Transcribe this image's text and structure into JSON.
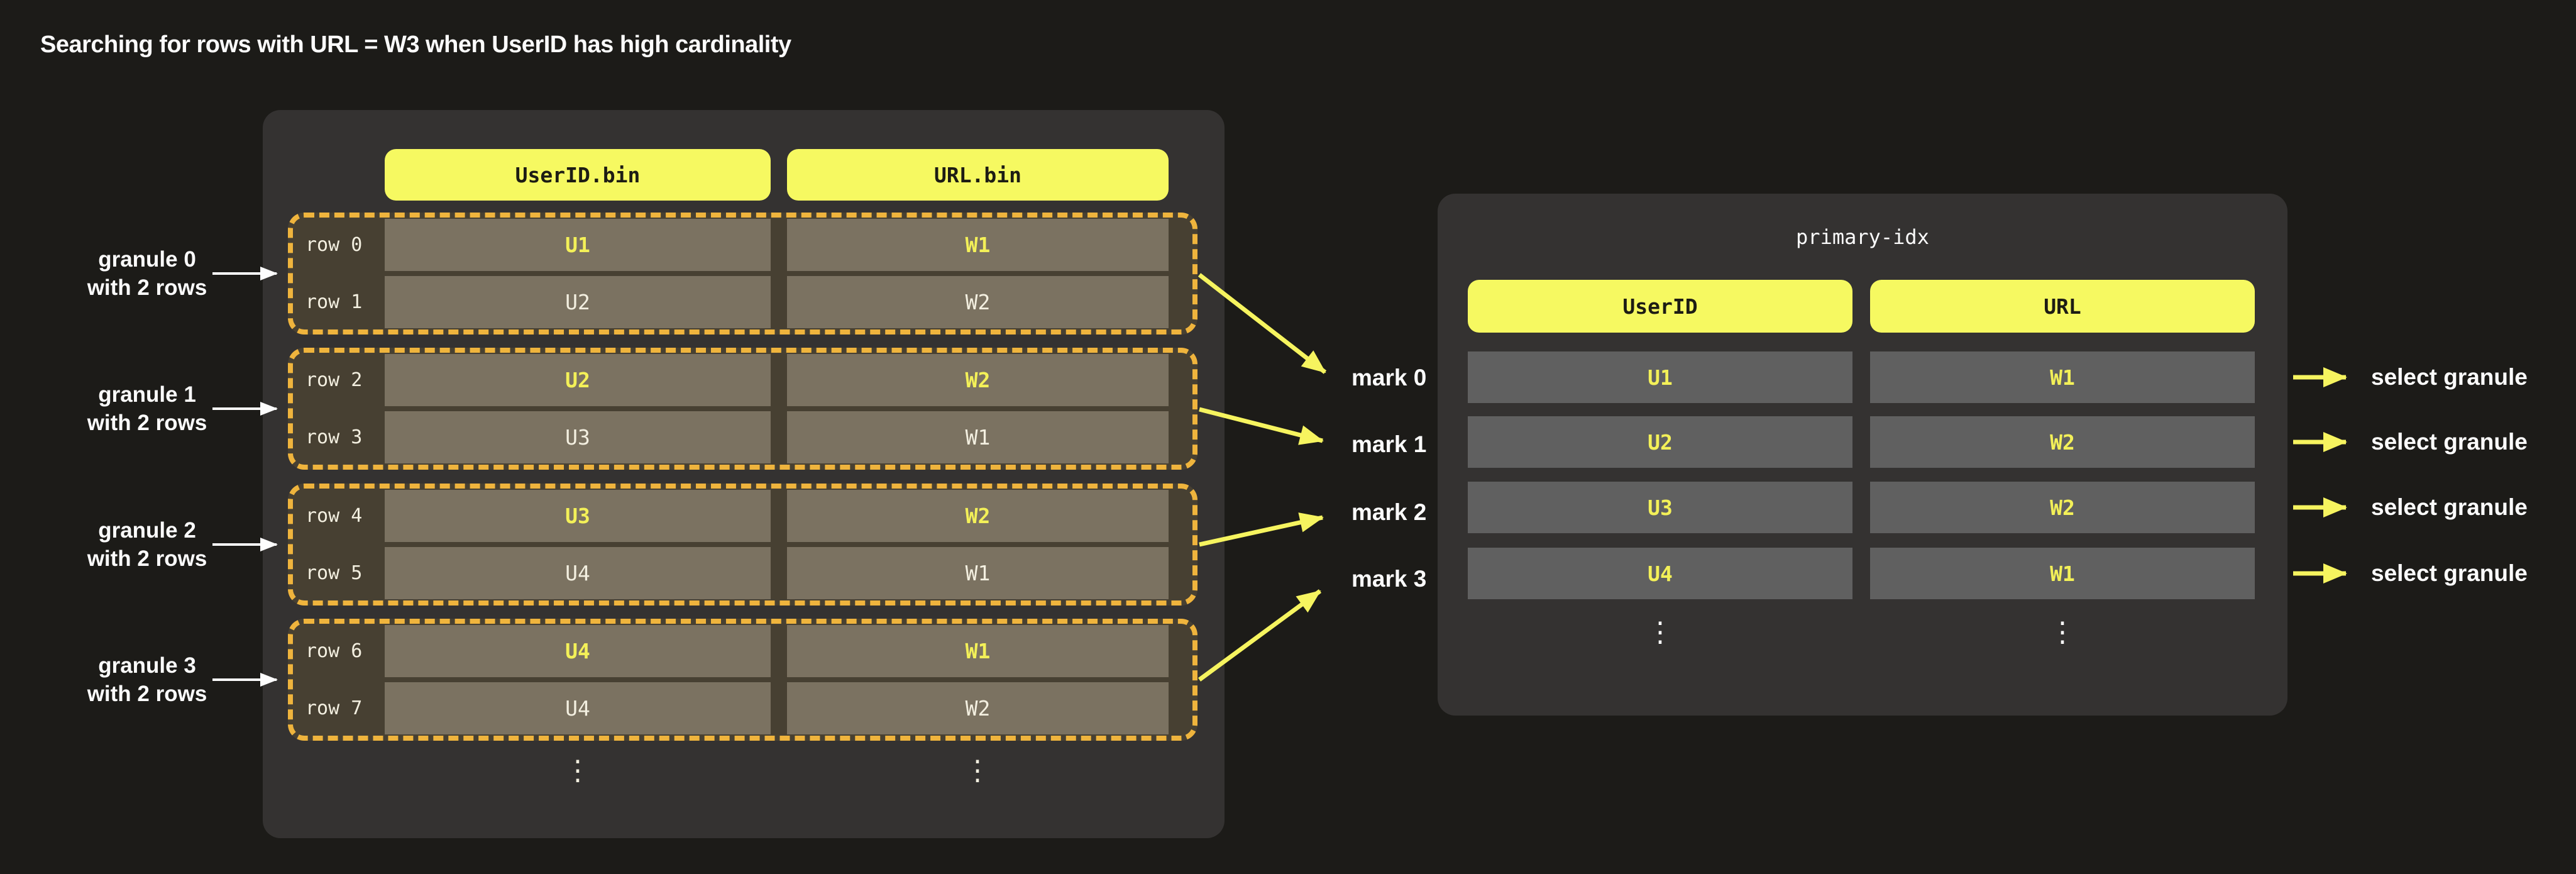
{
  "page": {
    "title": "Searching for rows with  URL = W3 when UserID has high cardinality"
  },
  "left_table": {
    "headers": {
      "col1": "UserID.bin",
      "col2": "URL.bin"
    },
    "granules": [
      {
        "label1": "granule 0",
        "label2": "with 2 rows",
        "rows": [
          {
            "label": "row 0",
            "user_id": "U1",
            "url": "W1"
          },
          {
            "label": "row 1",
            "user_id": "U2",
            "url": "W2"
          }
        ]
      },
      {
        "label1": "granule 1",
        "label2": "with 2 rows",
        "rows": [
          {
            "label": "row 2",
            "user_id": "U2",
            "url": "W2"
          },
          {
            "label": "row 3",
            "user_id": "U3",
            "url": "W1"
          }
        ]
      },
      {
        "label1": "granule 2",
        "label2": "with 2 rows",
        "rows": [
          {
            "label": "row 4",
            "user_id": "U3",
            "url": "W2"
          },
          {
            "label": "row 5",
            "user_id": "U4",
            "url": "W1"
          }
        ]
      },
      {
        "label1": "granule 3",
        "label2": "with 2 rows",
        "rows": [
          {
            "label": "row 6",
            "user_id": "U4",
            "url": "W1"
          },
          {
            "label": "row 7",
            "user_id": "U4",
            "url": "W2"
          }
        ]
      }
    ],
    "marks": [
      "mark 0",
      "mark 1",
      "mark 2",
      "mark 3"
    ],
    "ellipsis": "⋮"
  },
  "right_table": {
    "title": "primary-idx",
    "headers": {
      "col1": "UserID",
      "col2": "URL"
    },
    "rows": [
      {
        "user_id": "U1",
        "url": "W1",
        "action": "select granule"
      },
      {
        "user_id": "U2",
        "url": "W2",
        "action": "select granule"
      },
      {
        "user_id": "U3",
        "url": "W2",
        "action": "select granule"
      },
      {
        "user_id": "U4",
        "url": "W1",
        "action": "select granule"
      }
    ],
    "ellipsis": "⋮"
  },
  "colors": {
    "background": "#1c1b18",
    "panel": "#343231",
    "header_yellow": "#f6f961",
    "granule_fill": "#474032",
    "granule_dash": "#efb43d",
    "cell_left": "#7b7261",
    "cell_index": "#606060",
    "highlight_text": "#f3f058",
    "normal_text": "#f3efe0",
    "arrow_yellow": "#f6f45f",
    "arrow_white": "#fdfdfd"
  }
}
